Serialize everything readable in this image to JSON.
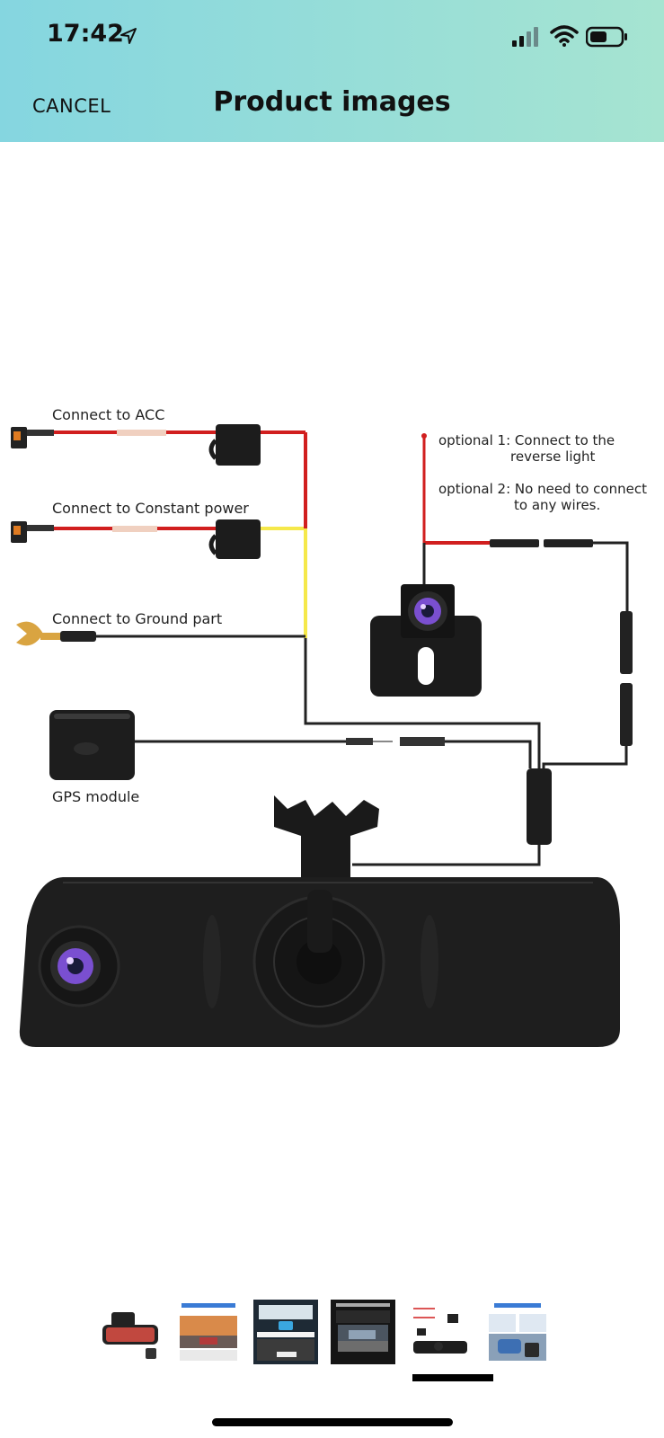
{
  "status": {
    "time": "17:42"
  },
  "header": {
    "cancel_label": "CANCEL",
    "title": "Product images"
  },
  "diagram": {
    "labels": {
      "acc": "Connect to ACC",
      "constant": "Connect to Constant power",
      "ground": "Connect to Ground part",
      "gps": "GPS module",
      "opt1_line1": "optional 1: Connect to the",
      "opt1_line2": "reverse light",
      "opt2_line1": "optional 2: No need to connect",
      "opt2_line2": "to any wires."
    },
    "wire_colors": {
      "red": "#d11f1f",
      "yellow": "#f5e84a",
      "black": "#222222"
    }
  },
  "gallery": {
    "thumbnail_count": 6,
    "selected_index": 4
  }
}
